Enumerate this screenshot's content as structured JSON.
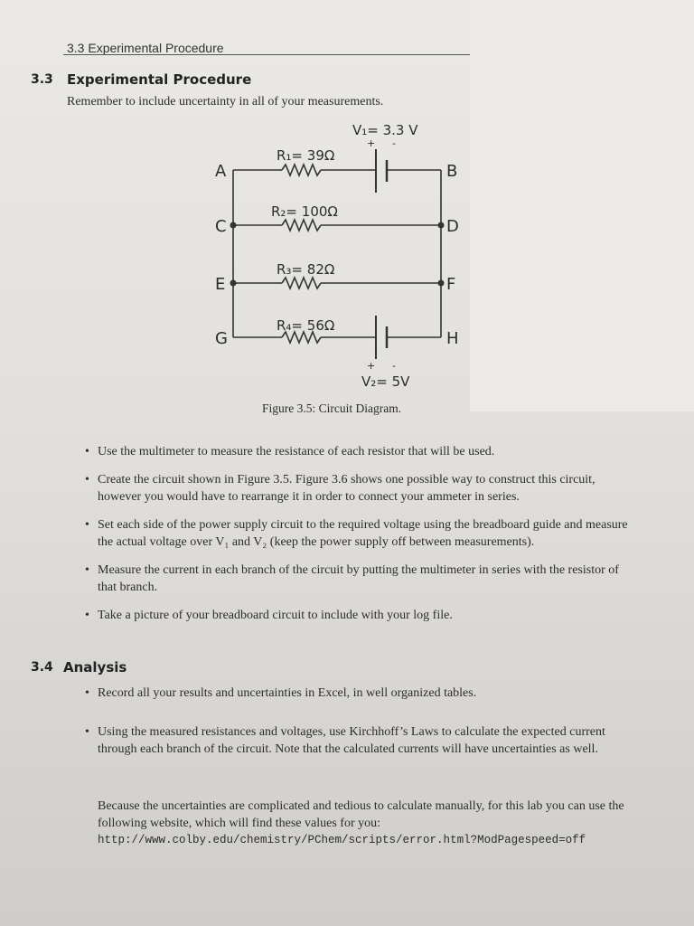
{
  "header": {
    "running_head": "3.3 Experimental Procedure"
  },
  "section_33": {
    "number": "3.3",
    "title": "Experimental Procedure",
    "intro": "Remember to include uncertainty in all of your measurements."
  },
  "circuit": {
    "nodes": [
      "A",
      "B",
      "C",
      "D",
      "E",
      "F",
      "G",
      "H"
    ],
    "v1_label": "V₁= 3.3 V",
    "v2_label": "V₂= 5V",
    "r1_label": "R₁= 39Ω",
    "r2_label": "R₂= 100Ω",
    "r3_label": "R₃= 82Ω",
    "r4_label": "R₄= 56Ω",
    "plus": "+",
    "minus": "-"
  },
  "figure_caption": "Figure 3.5: Circuit Diagram.",
  "procedure_bullets": [
    "Use the multimeter to measure the resistance of each resistor that will be used.",
    "Create the circuit shown in Figure 3.5. Figure 3.6 shows one possible way to construct this circuit, however you would have to rearrange it in order to connect your ammeter in series.",
    "Set each side of the power supply circuit to the required voltage using the breadboard guide and measure the actual voltage over V₁ and V₂ (keep the power supply off between measurements).",
    "Measure the current in each branch of the circuit by putting the multimeter in series with the resistor of that branch.",
    "Take a picture of your breadboard circuit to include with your log file."
  ],
  "section_34": {
    "number": "3.4",
    "title": "Analysis"
  },
  "analysis_bullets": [
    "Record all your results and uncertainties in Excel, in well organized tables.",
    "Using the measured resistances and voltages, use Kirchhoff’s Laws to calculate the expected current through each branch of the circuit. Note that the calculated currents will have uncertainties as well."
  ],
  "final_paragraph": "Because the uncertainties are complicated and tedious to calculate manually, for this lab you can use the following website, which will find these values for you:",
  "url": "http://www.colby.edu/chemistry/PChem/scripts/error.html?ModPagespeed=off"
}
